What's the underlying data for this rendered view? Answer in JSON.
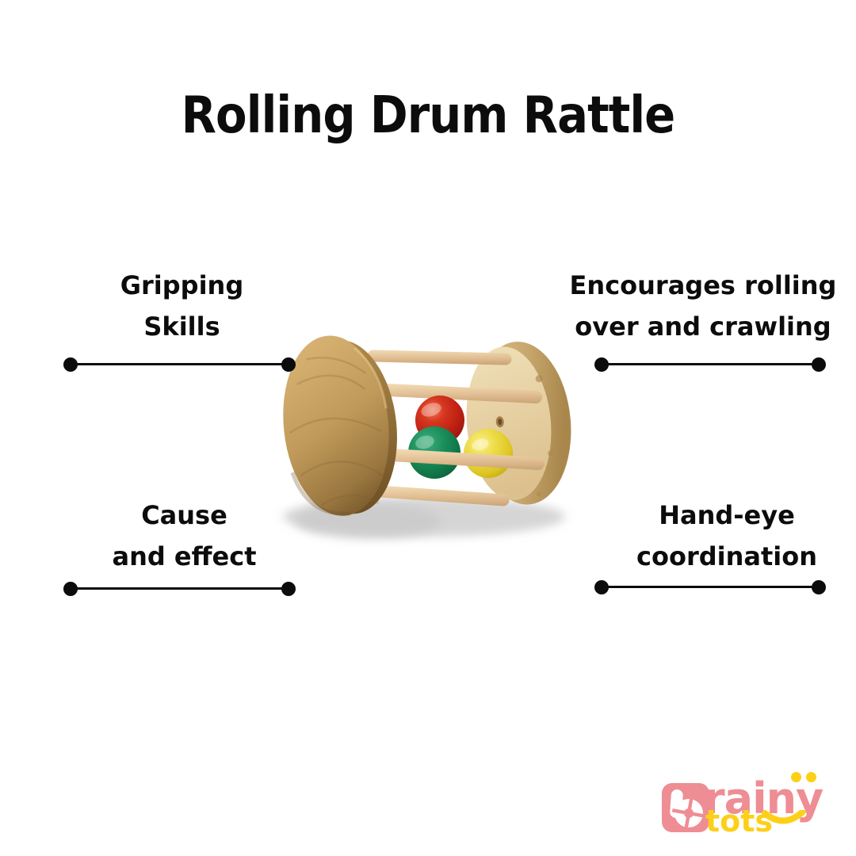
{
  "theme": {
    "bg": "#ffffff",
    "ink": "#0c0c0c",
    "pink": "#ee8d94",
    "yellow": "#fdd018"
  },
  "title": {
    "text": "Rolling Drum Rattle"
  },
  "features": [
    {
      "line1": "Gripping",
      "line2": "Skills"
    },
    {
      "line1": "Encourages rolling",
      "line2": "over and crawling"
    },
    {
      "line1": "Cause",
      "line2": "and effect"
    },
    {
      "line1": "Hand-eye",
      "line2": "coordination"
    }
  ],
  "product": {
    "description": "Wooden rolling drum rattle with red, green and yellow wooden balls inside a dowel cage",
    "colors": {
      "wood_light": "#eedcb0",
      "wood_mid": "#c9a162",
      "wood_dark": "#8a6734",
      "dowel": "#e2c095",
      "ball_red": "#c02113",
      "ball_green": "#168a52",
      "ball_yellow": "#ddc522",
      "shadow": "#d5d5d5"
    }
  },
  "logo": {
    "brand_main": "rainy",
    "brand_sub": "tots"
  }
}
